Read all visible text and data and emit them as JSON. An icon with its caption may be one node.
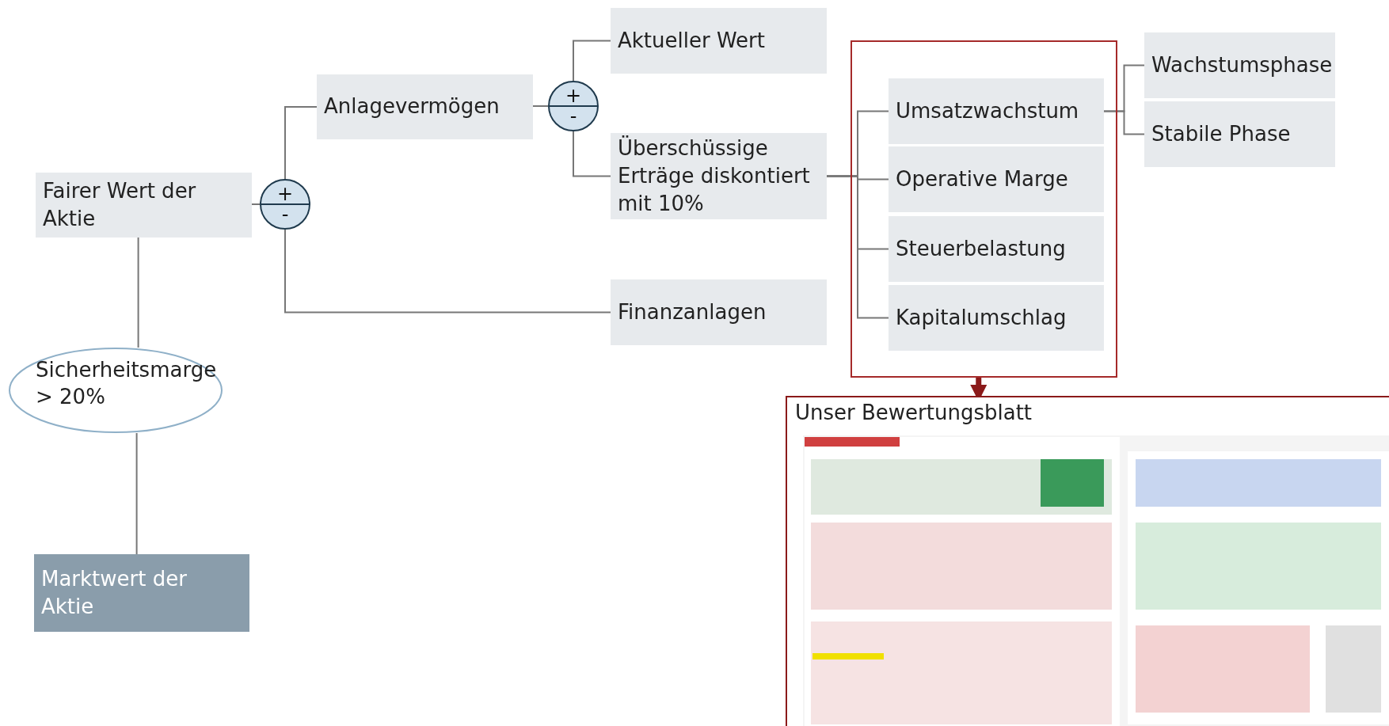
{
  "diagram": {
    "nodes": [
      {
        "text": [
          "Fairer Wert der Aktie"
        ]
      },
      {
        "text": [
          "+",
          "-"
        ]
      },
      {
        "text": [
          "Anlagevermögen"
        ]
      },
      {
        "text": [
          "+",
          "-"
        ]
      },
      {
        "text": [
          "Aktueller Wert"
        ]
      },
      {
        "text": [
          "Überschüssige Erträge diskontiert mit 10%"
        ]
      },
      {
        "text": [
          "Finanzanlagen"
        ]
      },
      {
        "text": [],
        "shape": "box"
      },
      {
        "text": [
          "Umsatzwachstum"
        ],
        "in": 7
      },
      {
        "text": [
          "Operative Marge"
        ],
        "in": 7
      },
      {
        "text": [
          "Steuerbelastung"
        ],
        "in": 7
      },
      {
        "text": [
          "Kapitalumschlag"
        ],
        "in": 7
      },
      {
        "text": [
          "Wachstumsphase"
        ]
      },
      {
        "text": [
          "Stabile Phase"
        ]
      },
      {
        "text": [
          "Sicherheitsmarge > 20%"
        ]
      },
      {
        "text": [
          "Marktwert der Aktie"
        ]
      },
      {
        "text": [
          "Unser Bewertungsblatt"
        ]
      }
    ],
    "edges": [
      {
        "from": 0,
        "to": 1,
        "arrow": "none"
      },
      {
        "from": 1,
        "to": 2,
        "arrow": "none"
      },
      {
        "from": 1,
        "to": 6,
        "arrow": "none"
      },
      {
        "from": 2,
        "to": 3,
        "arrow": "none"
      },
      {
        "from": 3,
        "to": 4,
        "arrow": "none"
      },
      {
        "from": 3,
        "to": 5,
        "arrow": "none"
      },
      {
        "from": 5,
        "to": 8,
        "arrow": "none"
      },
      {
        "from": 5,
        "to": 9,
        "arrow": "none"
      },
      {
        "from": 5,
        "to": 10,
        "arrow": "none"
      },
      {
        "from": 5,
        "to": 11,
        "arrow": "none"
      },
      {
        "from": 8,
        "to": 12,
        "arrow": "none"
      },
      {
        "from": 8,
        "to": 13,
        "arrow": "none"
      },
      {
        "from": 0,
        "to": 14,
        "arrow": "none"
      },
      {
        "from": 14,
        "to": 15,
        "arrow": "none"
      },
      {
        "from": 7,
        "to": 16,
        "arrow": "to",
        "style": "thick",
        "color": "#8b1a1a"
      }
    ]
  }
}
